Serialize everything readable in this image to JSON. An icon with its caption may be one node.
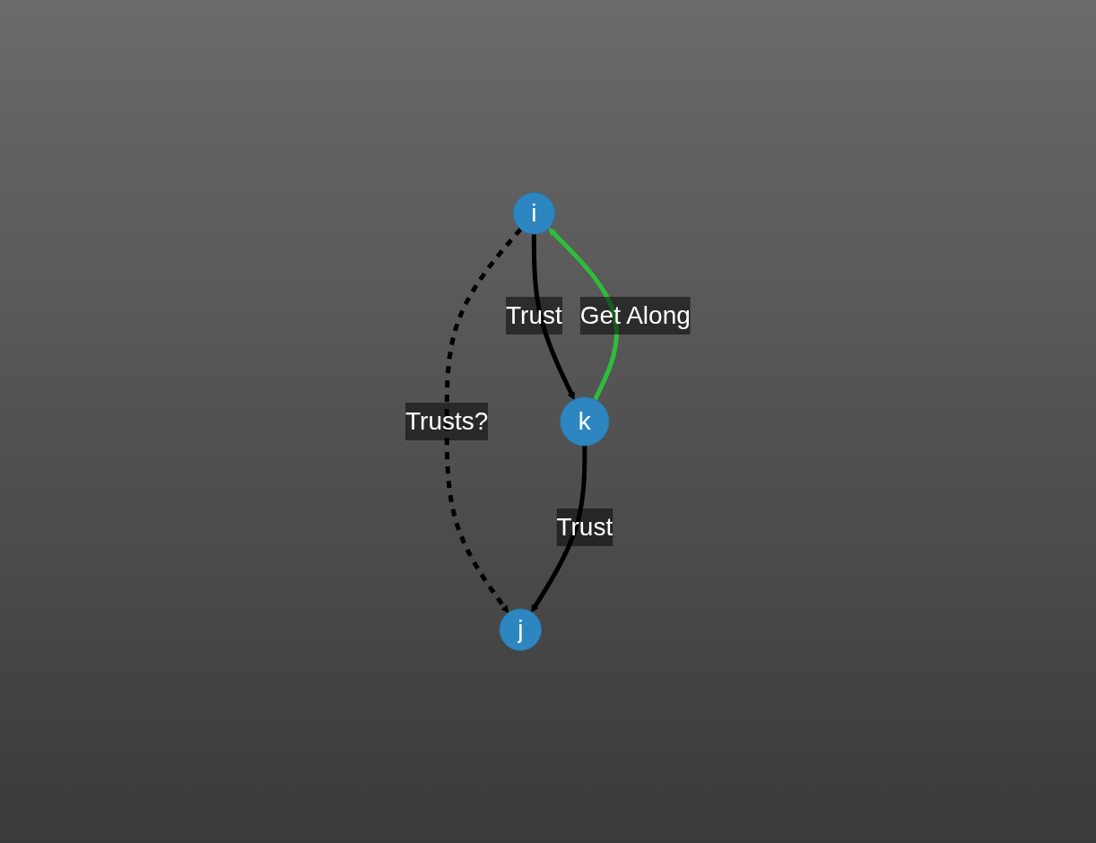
{
  "diagram": {
    "nodes": [
      {
        "text": [
          "i"
        ]
      },
      {
        "text": [
          "k"
        ]
      },
      {
        "text": [
          "j"
        ]
      }
    ],
    "edges": [
      {
        "from": 0,
        "to": 1,
        "arrow": "to",
        "label": "Trust"
      },
      {
        "from": 1,
        "to": 0,
        "arrow": "to",
        "label": "Get Along",
        "color": "#2ebd3a"
      },
      {
        "from": 0,
        "to": 2,
        "arrow": "to",
        "label": "Trusts?",
        "style": "dashed"
      },
      {
        "from": 1,
        "to": 2,
        "arrow": "to",
        "label": "Trust"
      }
    ]
  }
}
